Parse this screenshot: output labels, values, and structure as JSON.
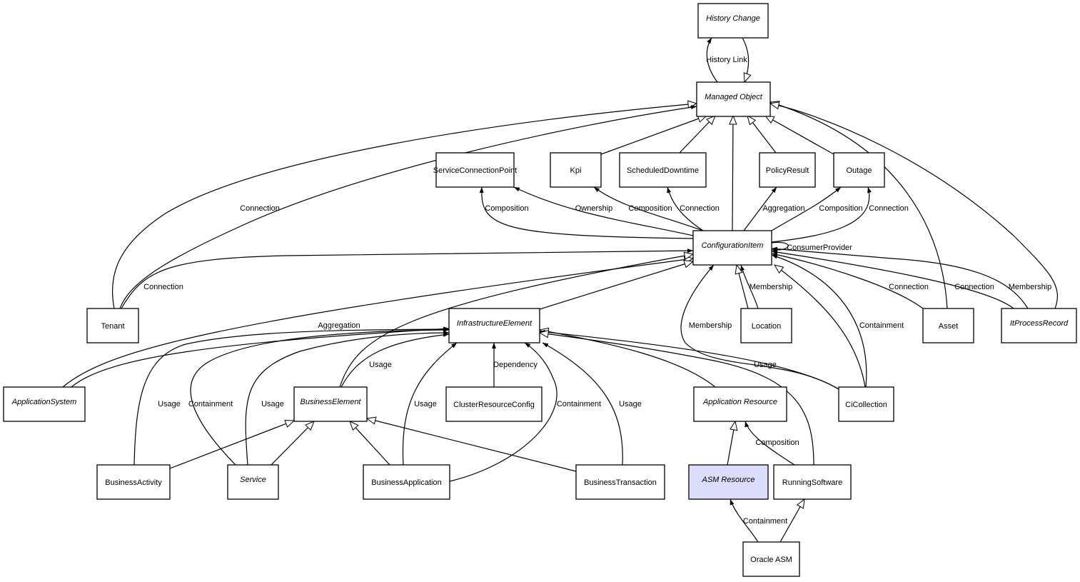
{
  "colors": {
    "node_fill": "#ffffff",
    "highlight_fill": "#dcdcfc",
    "stroke": "#000000"
  },
  "nodes": [
    {
      "id": "history_change",
      "label": "History Change",
      "abstract": true
    },
    {
      "id": "managed_object",
      "label": "Managed Object",
      "abstract": true
    },
    {
      "id": "service_connection_point",
      "label": "ServiceConnectionPoint",
      "abstract": false
    },
    {
      "id": "kpi",
      "label": "Kpi",
      "abstract": false
    },
    {
      "id": "scheduled_downtime",
      "label": "ScheduledDowntime",
      "abstract": false
    },
    {
      "id": "policy_result",
      "label": "PolicyResult",
      "abstract": false
    },
    {
      "id": "outage",
      "label": "Outage",
      "abstract": false
    },
    {
      "id": "configuration_item",
      "label": "ConfigurationItem",
      "abstract": true
    },
    {
      "id": "tenant",
      "label": "Tenant",
      "abstract": false
    },
    {
      "id": "infrastructure_element",
      "label": "InfrastructureElement",
      "abstract": true
    },
    {
      "id": "location",
      "label": "Location",
      "abstract": false
    },
    {
      "id": "asset",
      "label": "Asset",
      "abstract": false
    },
    {
      "id": "it_process_record",
      "label": "ItProcessRecord",
      "abstract": true
    },
    {
      "id": "application_system",
      "label": "ApplicationSystem",
      "abstract": true
    },
    {
      "id": "business_element",
      "label": "BusinessElement",
      "abstract": true
    },
    {
      "id": "cluster_resource_config",
      "label": "ClusterResourceConfig",
      "abstract": false
    },
    {
      "id": "application_resource",
      "label": "Application Resource",
      "abstract": true
    },
    {
      "id": "ci_collection",
      "label": "CiCollection",
      "abstract": false
    },
    {
      "id": "business_activity",
      "label": "BusinessActivity",
      "abstract": false
    },
    {
      "id": "service",
      "label": "Service",
      "abstract": true
    },
    {
      "id": "business_application",
      "label": "BusinessApplication",
      "abstract": false
    },
    {
      "id": "business_transaction",
      "label": "BusinessTransaction",
      "abstract": false
    },
    {
      "id": "asm_resource",
      "label": "ASM Resource",
      "abstract": true,
      "highlighted": true
    },
    {
      "id": "running_software",
      "label": "RunningSoftware",
      "abstract": false
    },
    {
      "id": "oracle_asm",
      "label": "Oracle ASM",
      "abstract": false
    }
  ],
  "edges": [
    {
      "from": "managed_object",
      "to": "history_change",
      "label": "History Link",
      "kind": "association"
    },
    {
      "from": "history_change",
      "to": "managed_object",
      "label": "",
      "kind": "generalization"
    },
    {
      "from": "kpi",
      "to": "managed_object",
      "label": "",
      "kind": "generalization"
    },
    {
      "from": "scheduled_downtime",
      "to": "managed_object",
      "label": "",
      "kind": "generalization"
    },
    {
      "from": "configuration_item",
      "to": "managed_object",
      "label": "",
      "kind": "generalization"
    },
    {
      "from": "policy_result",
      "to": "managed_object",
      "label": "",
      "kind": "generalization"
    },
    {
      "from": "outage",
      "to": "managed_object",
      "label": "",
      "kind": "generalization"
    },
    {
      "from": "tenant",
      "to": "managed_object",
      "label": "",
      "kind": "generalization"
    },
    {
      "from": "tenant",
      "to": "managed_object",
      "label": "Connection",
      "kind": "association"
    },
    {
      "from": "asset",
      "to": "managed_object",
      "label": "",
      "kind": "generalization"
    },
    {
      "from": "it_process_record",
      "to": "managed_object",
      "label": "",
      "kind": "generalization"
    },
    {
      "from": "configuration_item",
      "to": "service_connection_point",
      "label": "Composition",
      "kind": "association"
    },
    {
      "from": "configuration_item",
      "to": "service_connection_point",
      "label": "Ownership",
      "kind": "association"
    },
    {
      "from": "configuration_item",
      "to": "kpi",
      "label": "Composition",
      "kind": "association"
    },
    {
      "from": "configuration_item",
      "to": "scheduled_downtime",
      "label": "Connection",
      "kind": "association"
    },
    {
      "from": "configuration_item",
      "to": "policy_result",
      "label": "Aggregation",
      "kind": "association"
    },
    {
      "from": "configuration_item",
      "to": "outage",
      "label": "Composition",
      "kind": "association"
    },
    {
      "from": "configuration_item",
      "to": "outage",
      "label": "Connection",
      "kind": "association"
    },
    {
      "from": "configuration_item",
      "to": "configuration_item",
      "label": "ConsumerProvider",
      "kind": "association"
    },
    {
      "from": "tenant",
      "to": "configuration_item",
      "label": "Connection",
      "kind": "association"
    },
    {
      "from": "application_system",
      "to": "configuration_item",
      "label": "",
      "kind": "generalization"
    },
    {
      "from": "business_element",
      "to": "configuration_item",
      "label": "",
      "kind": "generalization"
    },
    {
      "from": "infrastructure_element",
      "to": "configuration_item",
      "label": "",
      "kind": "generalization"
    },
    {
      "from": "location",
      "to": "configuration_item",
      "label": "",
      "kind": "generalization"
    },
    {
      "from": "location",
      "to": "configuration_item",
      "label": "Membership",
      "kind": "association"
    },
    {
      "from": "ci_collection",
      "to": "configuration_item",
      "label": "Membership",
      "kind": "association"
    },
    {
      "from": "ci_collection",
      "to": "configuration_item",
      "label": "",
      "kind": "generalization"
    },
    {
      "from": "ci_collection",
      "to": "configuration_item",
      "label": "Containment",
      "kind": "association"
    },
    {
      "from": "asset",
      "to": "configuration_item",
      "label": "Connection",
      "kind": "association"
    },
    {
      "from": "it_process_record",
      "to": "configuration_item",
      "label": "Connection",
      "kind": "association"
    },
    {
      "from": "it_process_record",
      "to": "configuration_item",
      "label": "Membership",
      "kind": "association"
    },
    {
      "from": "application_system",
      "to": "infrastructure_element",
      "label": "Aggregation",
      "kind": "association"
    },
    {
      "from": "business_activity",
      "to": "infrastructure_element",
      "label": "Usage",
      "kind": "association"
    },
    {
      "from": "service",
      "to": "infrastructure_element",
      "label": "Containment",
      "kind": "association"
    },
    {
      "from": "service",
      "to": "infrastructure_element",
      "label": "Usage",
      "kind": "association"
    },
    {
      "from": "business_element",
      "to": "infrastructure_element",
      "label": "Usage",
      "kind": "association"
    },
    {
      "from": "business_application",
      "to": "infrastructure_element",
      "label": "Usage",
      "kind": "association"
    },
    {
      "from": "business_application",
      "to": "infrastructure_element",
      "label": "Containment",
      "kind": "association"
    },
    {
      "from": "business_transaction",
      "to": "infrastructure_element",
      "label": "Usage",
      "kind": "association"
    },
    {
      "from": "cluster_resource_config",
      "to": "infrastructure_element",
      "label": "Dependency",
      "kind": "association"
    },
    {
      "from": "business_activity",
      "to": "business_element",
      "label": "",
      "kind": "generalization"
    },
    {
      "from": "service",
      "to": "business_element",
      "label": "",
      "kind": "generalization"
    },
    {
      "from": "business_application",
      "to": "business_element",
      "label": "",
      "kind": "generalization"
    },
    {
      "from": "business_transaction",
      "to": "business_element",
      "label": "",
      "kind": "generalization"
    },
    {
      "from": "application_resource",
      "to": "infrastructure_element",
      "label": "",
      "kind": "generalization"
    },
    {
      "from": "ci_collection",
      "to": "infrastructure_element",
      "label": "Usage",
      "kind": "association"
    },
    {
      "from": "running_software",
      "to": "infrastructure_element",
      "label": "",
      "kind": "generalization"
    },
    {
      "from": "asm_resource",
      "to": "application_resource",
      "label": "",
      "kind": "generalization"
    },
    {
      "from": "running_software",
      "to": "application_resource",
      "label": "Composition",
      "kind": "association"
    },
    {
      "from": "oracle_asm",
      "to": "asm_resource",
      "label": "Containment",
      "kind": "association"
    },
    {
      "from": "oracle_asm",
      "to": "running_software",
      "label": "",
      "kind": "generalization"
    }
  ]
}
